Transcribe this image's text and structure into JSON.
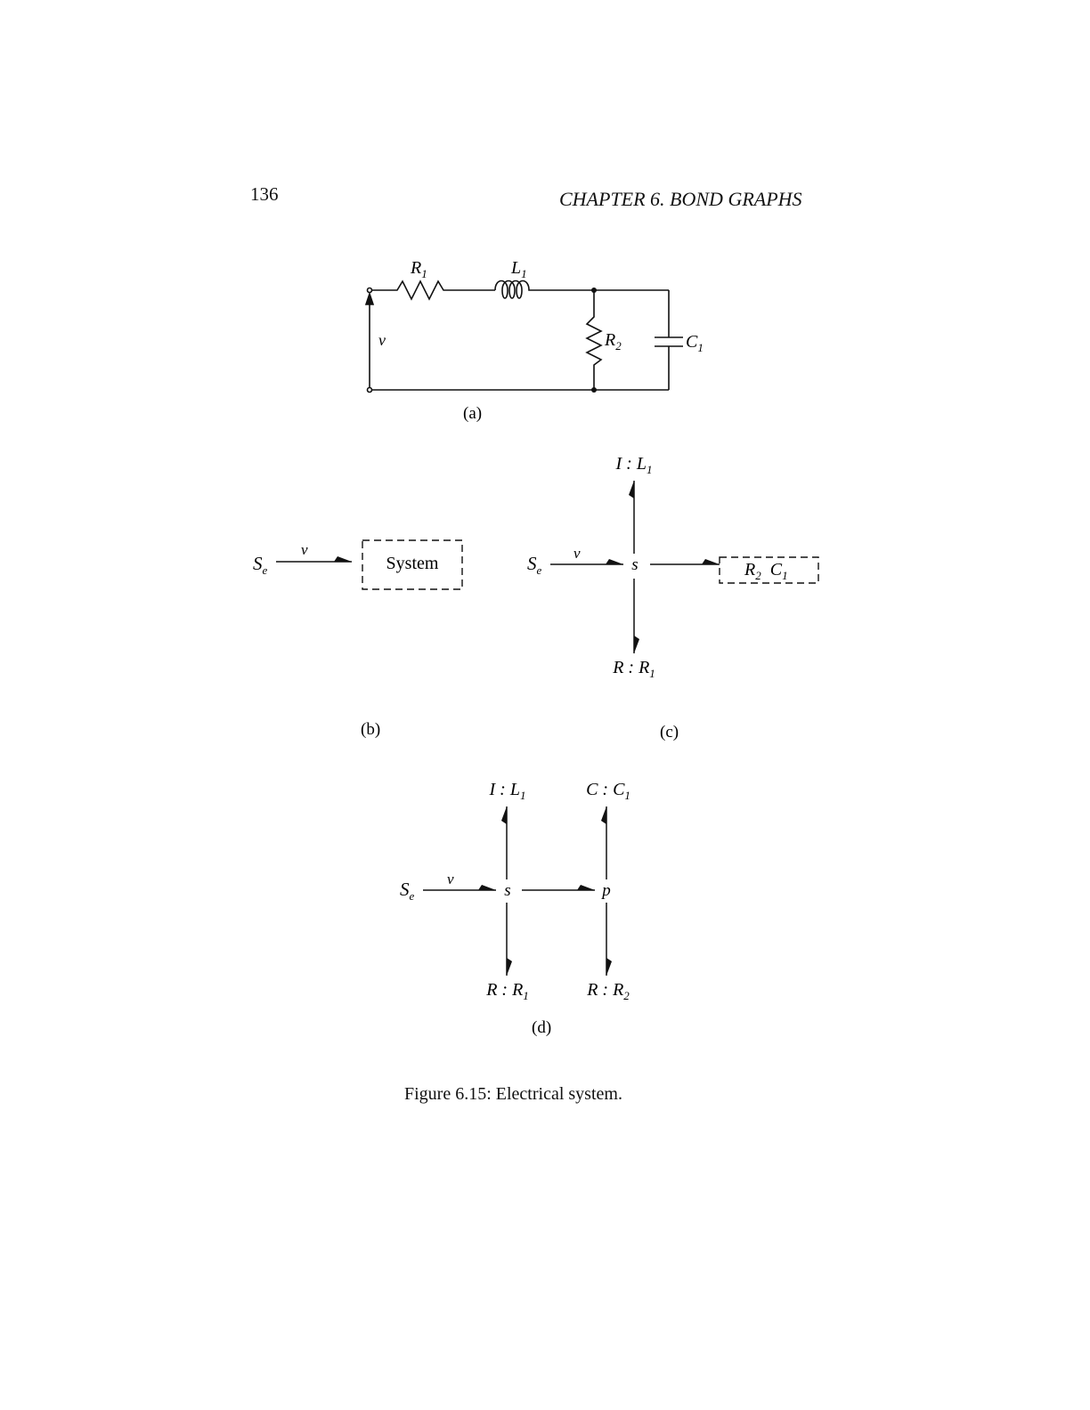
{
  "header": {
    "page_number": "136",
    "running_title": "CHAPTER 6. BOND GRAPHS"
  },
  "figure": {
    "caption": "Figure 6.15: Electrical system.",
    "panel_a": {
      "label": "(a)",
      "resistor1": {
        "sym": "R",
        "sub": "1"
      },
      "inductor1": {
        "sym": "L",
        "sub": "1"
      },
      "resistor2": {
        "sym": "R",
        "sub": "2"
      },
      "capacitor1": {
        "sym": "C",
        "sub": "1"
      },
      "voltage": "v"
    },
    "panel_b": {
      "label": "(b)",
      "source": {
        "sym": "S",
        "sub": "e"
      },
      "bond": "v",
      "box": "System"
    },
    "panel_c": {
      "label": "(c)",
      "source": {
        "sym": "S",
        "sub": "e"
      },
      "bond": "v",
      "junction": "s",
      "top": {
        "pre": "I : ",
        "sym": "L",
        "sub": "1"
      },
      "bottom": {
        "pre": "R : ",
        "sym": "R",
        "sub": "1"
      },
      "box": {
        "a_sym": "R",
        "a_sub": "2",
        "b_sym": "C",
        "b_sub": "1"
      }
    },
    "panel_d": {
      "label": "(d)",
      "source": {
        "sym": "S",
        "sub": "e"
      },
      "bond": "v",
      "junction_s": "s",
      "junction_p": "p",
      "top_left": {
        "pre": "I : ",
        "sym": "L",
        "sub": "1"
      },
      "top_right": {
        "pre": "C : ",
        "sym": "C",
        "sub": "1"
      },
      "bottom_left": {
        "pre": "R : ",
        "sym": "R",
        "sub": "1"
      },
      "bottom_right": {
        "pre": "R : ",
        "sym": "R",
        "sub": "2"
      }
    }
  }
}
